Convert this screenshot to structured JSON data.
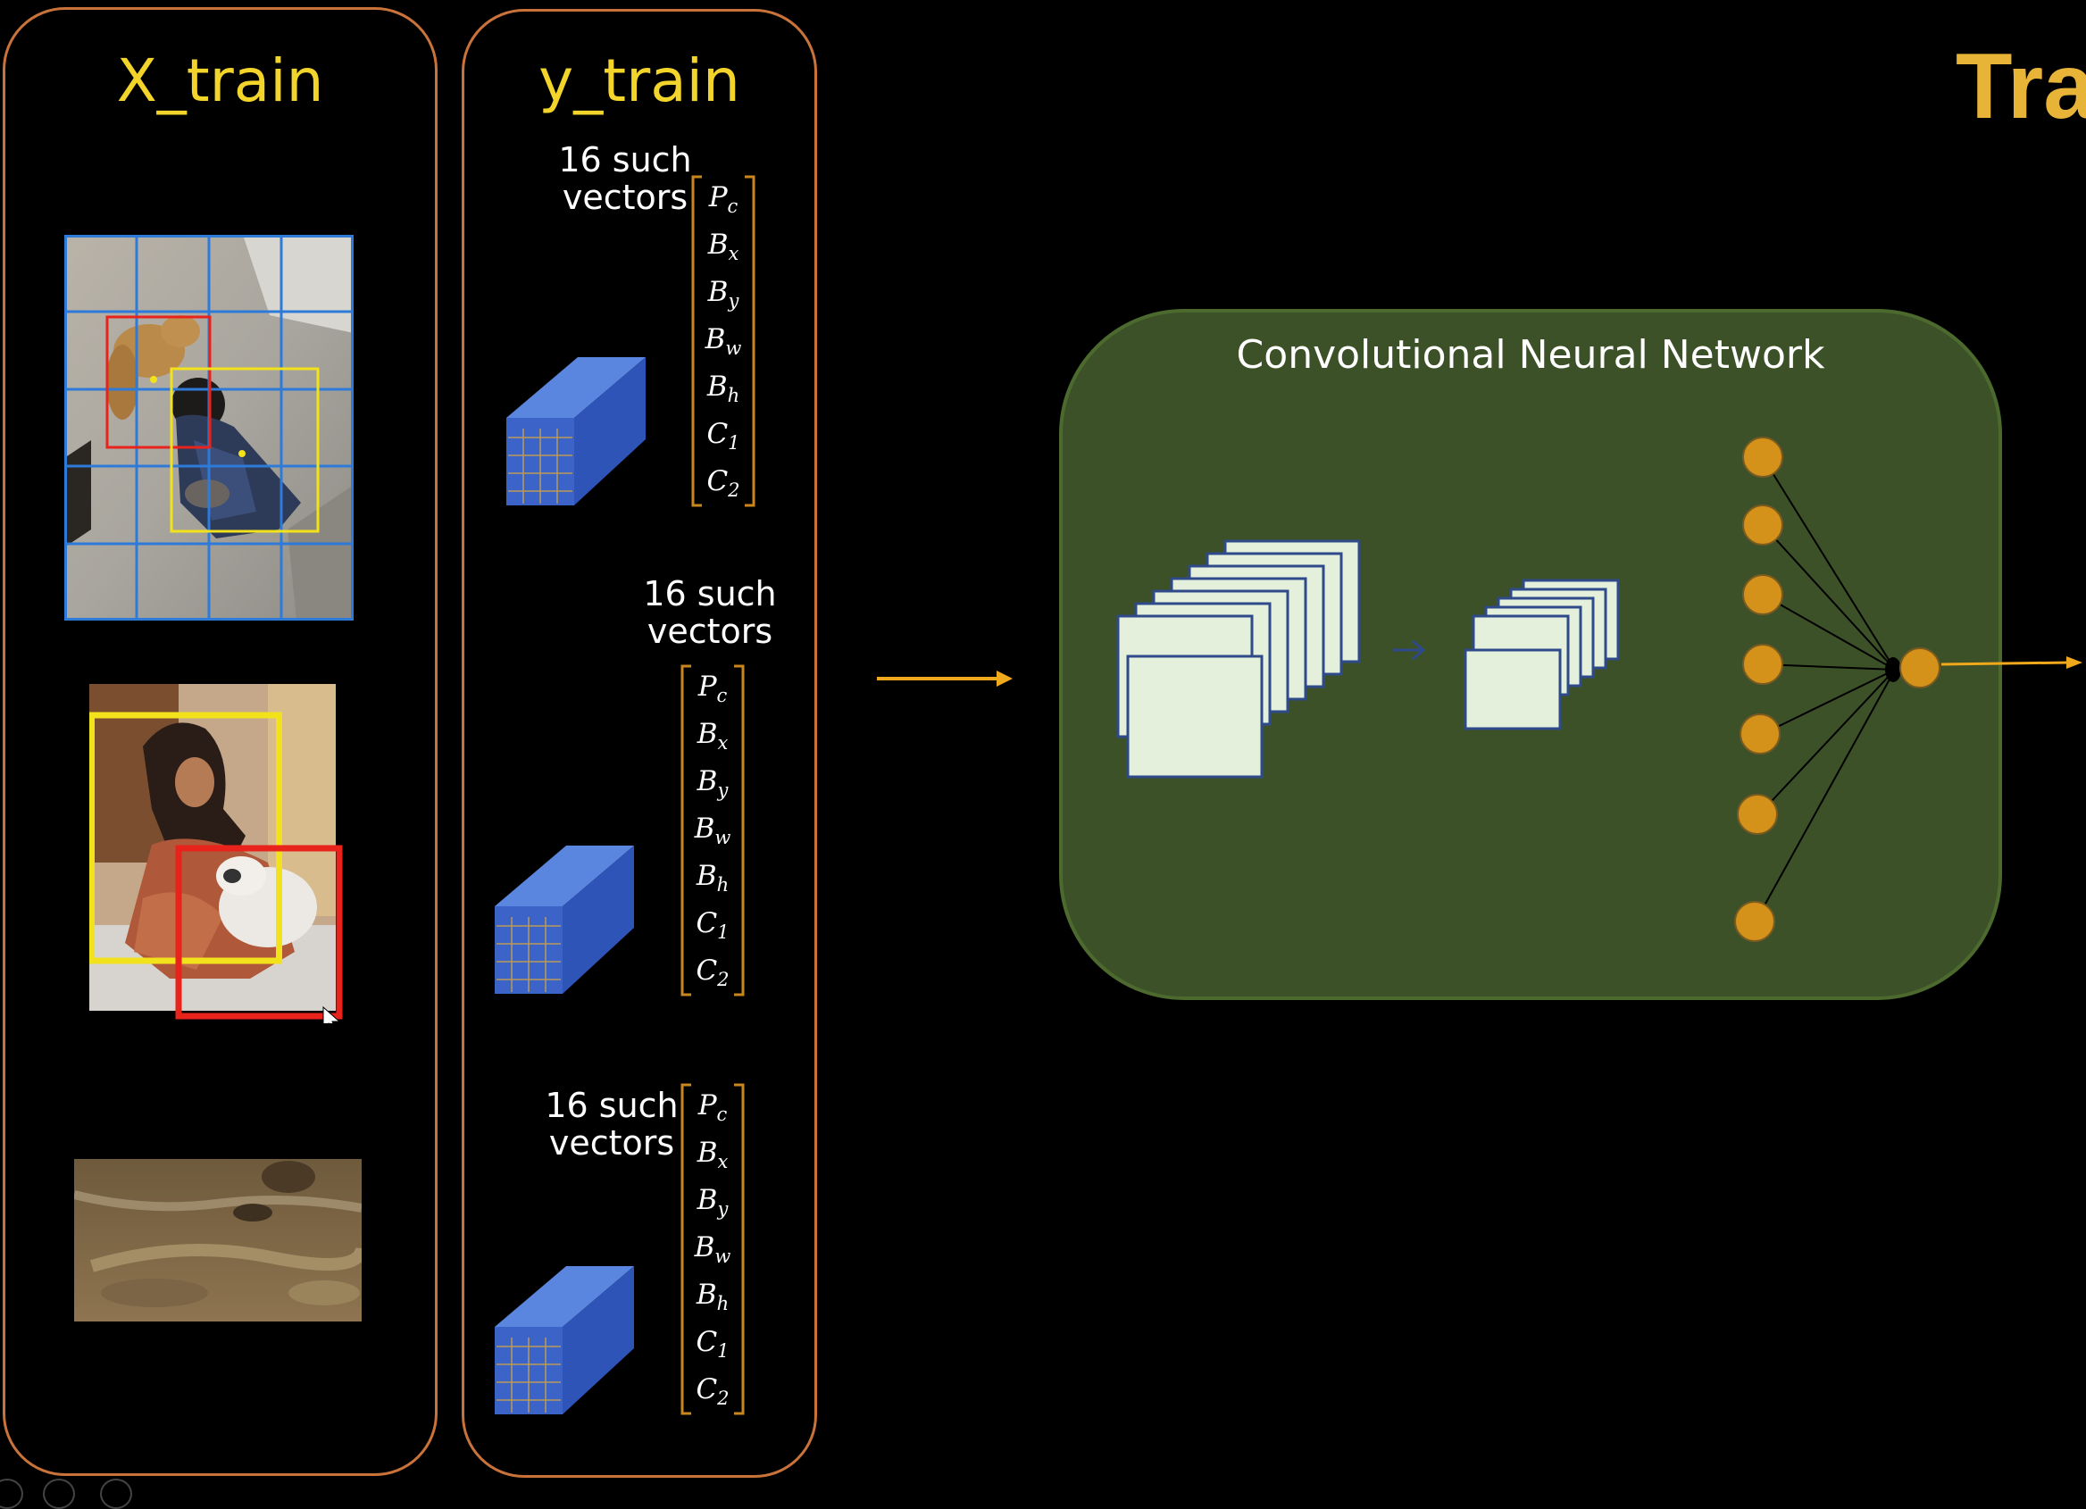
{
  "slide_title": "Tra",
  "x_train": {
    "title": "X_train",
    "images": [
      {
        "name": "dog-and-child-on-street",
        "grid": "4x5",
        "boxes": [
          "red",
          "yellow"
        ]
      },
      {
        "name": "woman-with-dog",
        "boxes": [
          "yellow",
          "red"
        ]
      },
      {
        "name": "empty-ground",
        "boxes": []
      }
    ]
  },
  "y_train": {
    "title": "y_train",
    "groups": [
      {
        "note": "16 such\nvectors"
      },
      {
        "note": "16 such\nvectors"
      },
      {
        "note": "16 such\nvectors"
      }
    ],
    "vector_labels": [
      {
        "base": "P",
        "sub": "c"
      },
      {
        "base": "B",
        "sub": "x"
      },
      {
        "base": "B",
        "sub": "y"
      },
      {
        "base": "B",
        "sub": "w"
      },
      {
        "base": "B",
        "sub": "h"
      },
      {
        "base": "C",
        "sub": "1"
      },
      {
        "base": "C",
        "sub": "2"
      }
    ]
  },
  "cnn": {
    "title": "Convolutional Neural Network"
  },
  "colors": {
    "panel_border": "#c9733a",
    "title_yellow": "#f2d42a",
    "cnn_green": "#3c5128",
    "arrow_orange": "#f0a81c",
    "neuron": "#d4921a",
    "cube_blue": "#3c63c8",
    "box_red": "#e8231c",
    "box_yellow": "#f2e21c"
  }
}
